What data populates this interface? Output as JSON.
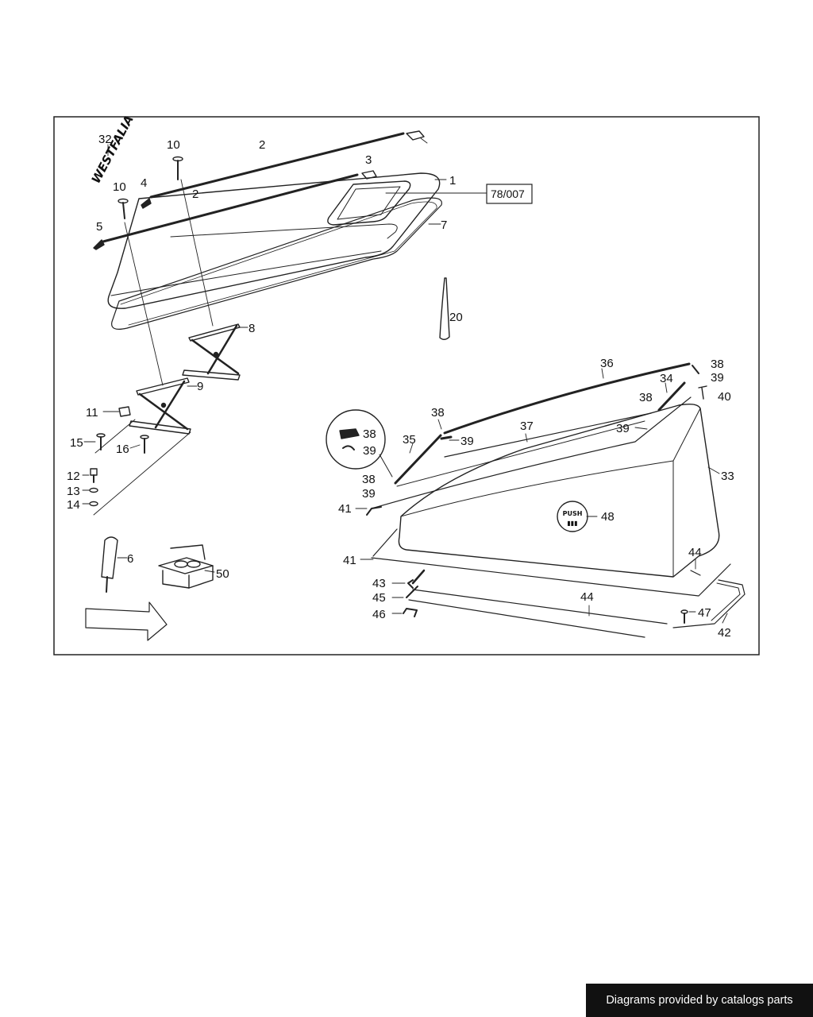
{
  "brand_mark": "WESTFALIA",
  "callouts": [
    "32",
    "10",
    "2",
    "3",
    "1",
    "4",
    "10",
    "2",
    "5",
    "7",
    "20",
    "8",
    "9",
    "11",
    "15",
    "16",
    "12",
    "13",
    "14",
    "6",
    "50",
    "36",
    "38",
    "39",
    "34",
    "38",
    "40",
    "38",
    "39",
    "35",
    "37",
    "39",
    "33",
    "38",
    "39",
    "38",
    "39",
    "41",
    "48",
    "41",
    "44",
    "43",
    "45",
    "44",
    "46",
    "47",
    "42"
  ],
  "reference_box": "78/007",
  "push_button": {
    "line1": "PUSH",
    "line2": "▮▮▮"
  },
  "footer": {
    "credit": "Diagrams provided by catalogs parts"
  }
}
